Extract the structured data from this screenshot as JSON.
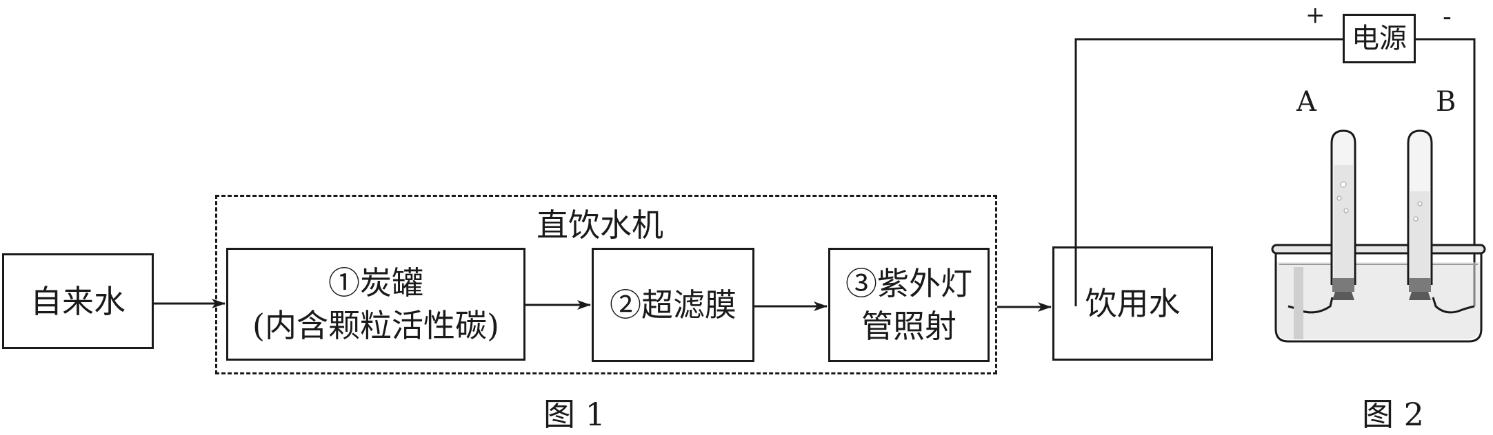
{
  "figure1": {
    "caption": "图 1",
    "source_label": "自来水",
    "machine_label": "直饮水机",
    "step1": {
      "line1": "①炭罐",
      "line2": "(内含颗粒活性碳)"
    },
    "step2": {
      "line1": "②超滤膜"
    },
    "step3": {
      "line1": "③紫外灯",
      "line2": "管照射"
    },
    "output_label": "饮用水"
  },
  "figure2": {
    "caption": "图 2",
    "power_label": "电源",
    "plus_sign": "+",
    "minus_sign": "-",
    "electrode_a": "A",
    "electrode_b": "B"
  }
}
